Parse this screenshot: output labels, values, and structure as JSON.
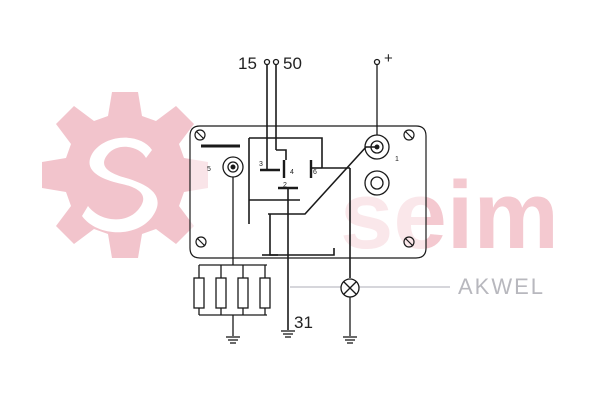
{
  "watermark": {
    "brand": "seim",
    "sub_brand": "AKWEL",
    "gear_color": "#f2c4cc",
    "text_color": "#f4c9d0",
    "sub_color": "#b8b8be"
  },
  "terminals": {
    "t15": "15",
    "t50": "50",
    "plus": "+",
    "t31": "31"
  },
  "pins": {
    "p1": "1",
    "p2": "2",
    "p3": "3",
    "p4": "4",
    "p5": "5",
    "p6": "6"
  },
  "colors": {
    "line": "#1a1a1a",
    "plate": "#ffffff"
  }
}
